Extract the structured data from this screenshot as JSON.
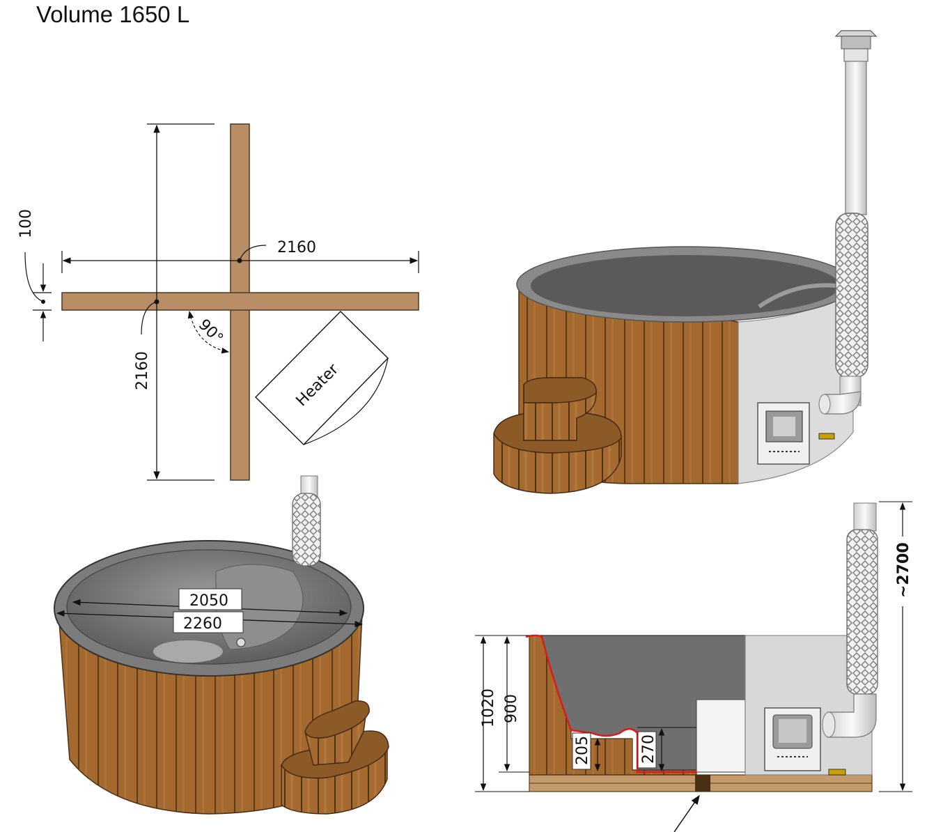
{
  "header": {
    "volume": "Volume 1650 L"
  },
  "plan": {
    "width_label": "2160",
    "depth_label": "2160",
    "beam_label": "100",
    "angle_label": "90°",
    "heater_label": "Heater"
  },
  "top_view": {
    "inner_diameter": "2050",
    "outer_diameter": "2260"
  },
  "section": {
    "outer_height": "1020",
    "inner_height": "900",
    "seat_low": "205",
    "seat_high": "270",
    "total_height": "~2700"
  },
  "colors": {
    "wood": "#a26a35",
    "beam": "#b98d66",
    "liner": "#6f6f6f",
    "heater_panel": "#d8d8d8",
    "water_line": "#e01818"
  }
}
